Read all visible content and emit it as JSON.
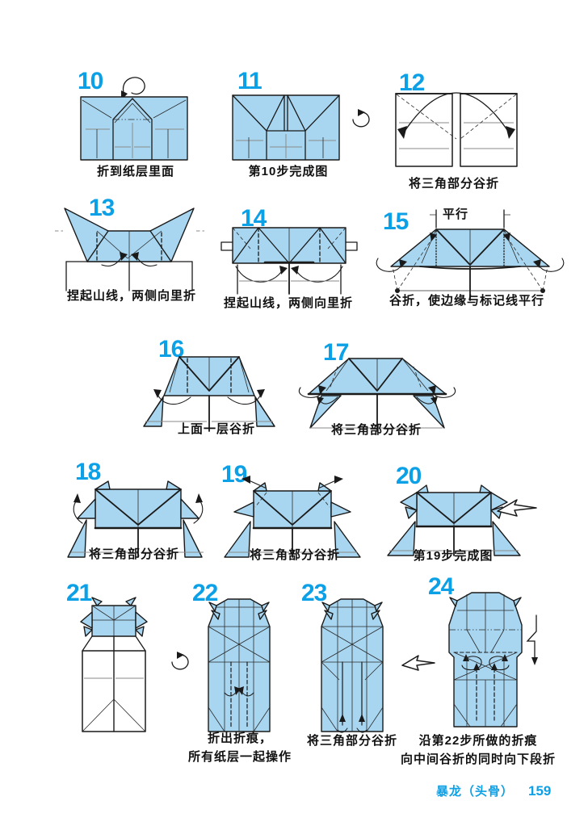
{
  "page": {
    "type": "origami instruction book page",
    "background": "#FFFFFF"
  },
  "colors": {
    "accent": "#0CA0E6",
    "paper_blue": "#A8D6F0",
    "line": "#1A1A1A",
    "guide_gray": "#8A8A8A"
  },
  "steps": [
    {
      "number": "10",
      "caption": "折到纸层里面"
    },
    {
      "number": "11",
      "caption": "第10步完成图"
    },
    {
      "number": "12",
      "caption": "将三角部分谷折"
    },
    {
      "number": "13",
      "caption": "捏起山线，两侧向里折"
    },
    {
      "number": "14",
      "caption": "捏起山线，两侧向里折"
    },
    {
      "number": "15",
      "caption": "谷折，使边缘与标记线平行",
      "parallel_label": "平行"
    },
    {
      "number": "16",
      "caption": "上面一层谷折"
    },
    {
      "number": "17",
      "caption": "将三角部分谷折"
    },
    {
      "number": "18",
      "caption": "将三角部分谷折"
    },
    {
      "number": "19",
      "caption": "将三角部分谷折"
    },
    {
      "number": "20",
      "caption": "第19步完成图"
    },
    {
      "number": "21"
    },
    {
      "number": "22",
      "caption_lines": [
        "折出折痕，",
        "所有纸层一起操作"
      ]
    },
    {
      "number": "23",
      "caption": "将三角部分谷折"
    },
    {
      "number": "24",
      "caption_lines": [
        "沿第22步所做的折痕",
        "向中间谷折的同时向下段折"
      ]
    }
  ],
  "icons": [
    {
      "name": "rotate-icon",
      "meaning": "rotate the model"
    },
    {
      "name": "rotate-icon-2",
      "meaning": "rotate the model"
    },
    {
      "name": "next-step-arrow-icon",
      "meaning": "proceed to next view"
    },
    {
      "name": "next-step-arrow-icon-2",
      "meaning": "proceed to next view"
    },
    {
      "name": "pleat-fold-arrow-icon",
      "meaning": "fold downward in stages"
    }
  ],
  "footer": {
    "title": "暴龙（头骨）",
    "page_number": "159"
  }
}
